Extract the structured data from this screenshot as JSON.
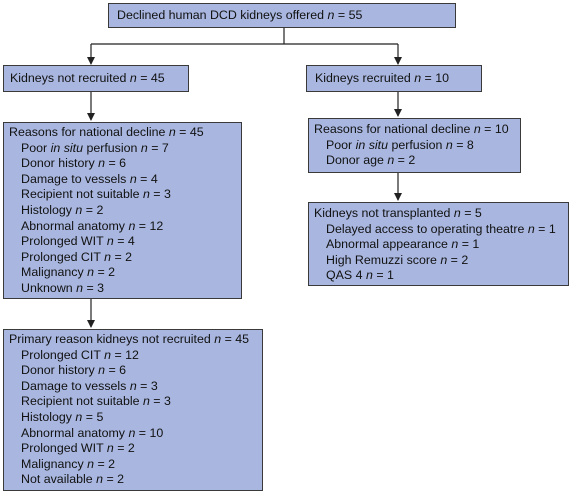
{
  "colors": {
    "box_fill": "#a9b7e0",
    "box_border": "#3a3a3a",
    "connector": "#222222"
  },
  "top": {
    "text": "Declined human DCD kidneys offered",
    "n": "55"
  },
  "left_branch": {
    "text": "Kidneys not recruited",
    "n": "45"
  },
  "right_branch": {
    "text": "Kidneys recruited",
    "n": "10"
  },
  "left_reasons": {
    "title": "Reasons for national decline",
    "n": "45",
    "items": [
      {
        "pre": "Poor ",
        "ital": "in situ",
        "post": " perfusion",
        "n": "7"
      },
      {
        "pre": "Donor history",
        "ital": "",
        "post": "",
        "n": "6"
      },
      {
        "pre": "Damage to vessels",
        "ital": "",
        "post": "",
        "n": "4"
      },
      {
        "pre": "Recipient not suitable",
        "ital": "",
        "post": "",
        "n": "3"
      },
      {
        "pre": "Histology",
        "ital": "",
        "post": "",
        "n": "2"
      },
      {
        "pre": "Abnormal anatomy",
        "ital": "",
        "post": "",
        "n": "12"
      },
      {
        "pre": "Prolonged WIT",
        "ital": "",
        "post": "",
        "n": "4"
      },
      {
        "pre": "Prolonged CIT",
        "ital": "",
        "post": "",
        "n": "2"
      },
      {
        "pre": "Malignancy",
        "ital": "",
        "post": "",
        "n": "2"
      },
      {
        "pre": "Unknown",
        "ital": "",
        "post": "",
        "n": "3"
      }
    ]
  },
  "left_primary": {
    "title": "Primary reason kidneys not recruited",
    "n": "45",
    "items": [
      {
        "pre": "Prolonged CIT",
        "ital": "",
        "post": "",
        "n": "12"
      },
      {
        "pre": "Donor history",
        "ital": "",
        "post": "",
        "n": "6"
      },
      {
        "pre": "Damage to vessels",
        "ital": "",
        "post": "",
        "n": "3"
      },
      {
        "pre": "Recipient not suitable",
        "ital": "",
        "post": "",
        "n": "3"
      },
      {
        "pre": "Histology",
        "ital": "",
        "post": "",
        "n": "5"
      },
      {
        "pre": "Abnormal anatomy",
        "ital": "",
        "post": "",
        "n": "10"
      },
      {
        "pre": "Prolonged WIT",
        "ital": "",
        "post": "",
        "n": "2"
      },
      {
        "pre": "Malignancy",
        "ital": "",
        "post": "",
        "n": "2"
      },
      {
        "pre": "Not available",
        "ital": "",
        "post": "",
        "n": "2"
      }
    ]
  },
  "right_reasons": {
    "title": "Reasons for national decline",
    "n": "10",
    "items": [
      {
        "pre": "Poor ",
        "ital": "in situ",
        "post": " perfusion",
        "n": "8"
      },
      {
        "pre": "Donor age",
        "ital": "",
        "post": "",
        "n": "2"
      }
    ]
  },
  "right_not_transplanted": {
    "title": "Kidneys not transplanted",
    "n": "5",
    "items": [
      {
        "pre": "Delayed access to operating theatre",
        "ital": "",
        "post": "",
        "n": "1"
      },
      {
        "pre": "Abnormal appearance",
        "ital": "",
        "post": "",
        "n": "1"
      },
      {
        "pre": "High Remuzzi score",
        "ital": "",
        "post": "",
        "n": "2"
      },
      {
        "pre": "QAS 4",
        "ital": "",
        "post": "",
        "n": "1"
      }
    ]
  }
}
